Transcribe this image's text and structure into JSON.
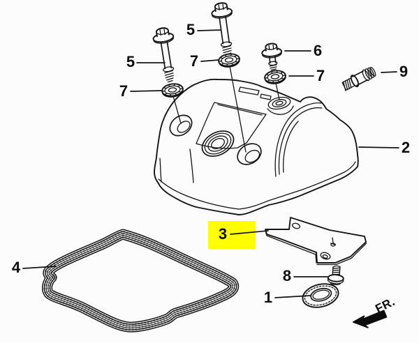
{
  "diagram": {
    "background_color": "#fcfcfc",
    "line_color": "#141414",
    "highlight_color": "#ffff00",
    "highlighted_callout": "3",
    "direction_label": "FR.",
    "callouts": {
      "c1": "1",
      "c2": "2",
      "c3": "3",
      "c4": "4",
      "c5a": "5",
      "c5b": "5",
      "c6": "6",
      "c7a": "7",
      "c7b": "7",
      "c7c": "7",
      "c8": "8",
      "c9": "9"
    }
  }
}
